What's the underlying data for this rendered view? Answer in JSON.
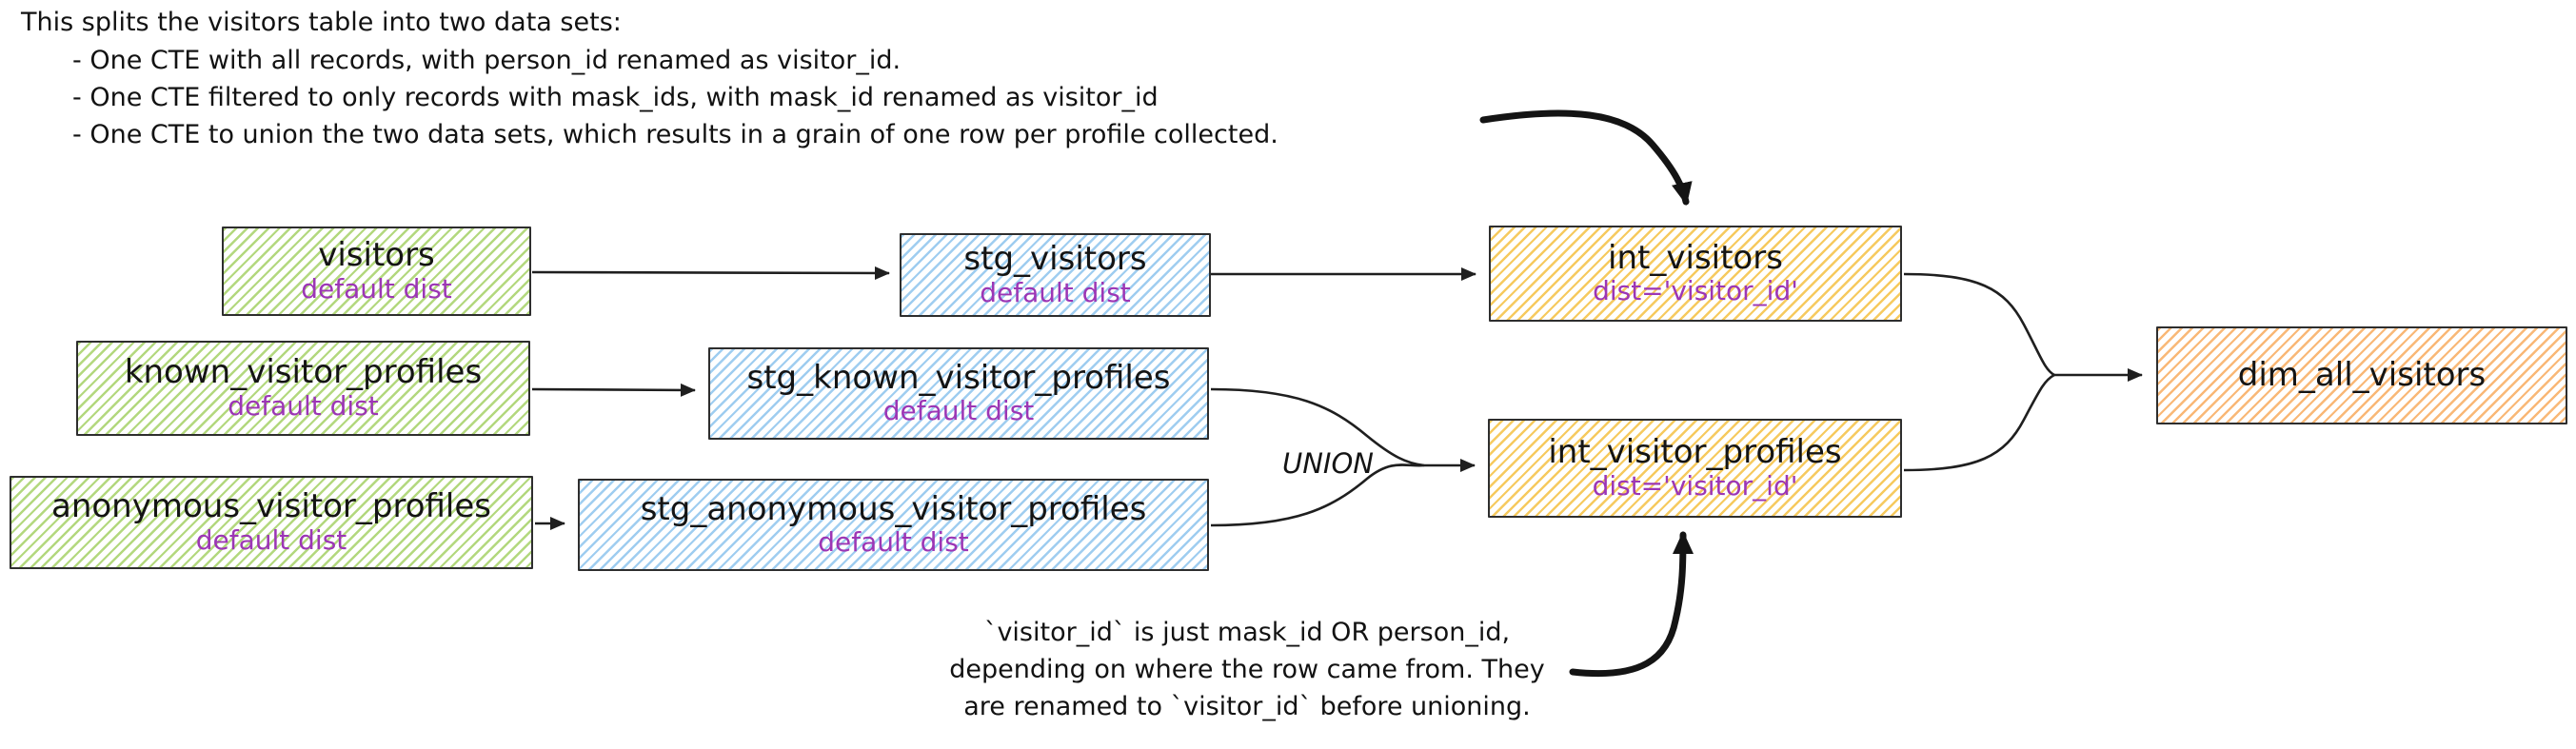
{
  "annotations": {
    "intro": "This splits the visitors table into two data sets:",
    "bullets": [
      "- One CTE with all records, with person_id renamed as visitor_id.",
      "- One CTE filtered to only records with mask_ids, with mask_id renamed as visitor_id",
      "- One CTE to union the two data sets, which results in a grain of one row per profile collected."
    ],
    "union_label": "UNION",
    "note_lines": [
      "`visitor_id` is just mask_id OR person_id,",
      "depending on where the row came from. They",
      "are renamed to `visitor_id` before unioning."
    ]
  },
  "nodes": {
    "visitors": {
      "title": "visitors",
      "subtitle": "default dist"
    },
    "stg_visitors": {
      "title": "stg_visitors",
      "subtitle": "default dist"
    },
    "int_visitors": {
      "title": "int_visitors",
      "subtitle": "dist='visitor_id'"
    },
    "known_visitor_profiles": {
      "title": "known_visitor_profiles",
      "subtitle": "default dist"
    },
    "stg_known_visitor_profiles": {
      "title": "stg_known_visitor_profiles",
      "subtitle": "default dist"
    },
    "anonymous_visitor_profiles": {
      "title": "anonymous_visitor_profiles",
      "subtitle": "default dist"
    },
    "stg_anonymous_visitor_profiles": {
      "title": "stg_anonymous_visitor_profiles",
      "subtitle": "default dist"
    },
    "int_visitor_profiles": {
      "title": "int_visitor_profiles",
      "subtitle": "dist='visitor_id'"
    },
    "dim_all_visitors": {
      "title": "dim_all_visitors",
      "subtitle": ""
    }
  },
  "colors": {
    "source_fill": "#b3d87e",
    "staging_fill": "#9fcdf0",
    "intermediate_fill": "#f6ca5f",
    "mart_fill": "#f9b877",
    "subtitle_text": "#9c36b5",
    "stroke": "#1f1f1f"
  }
}
